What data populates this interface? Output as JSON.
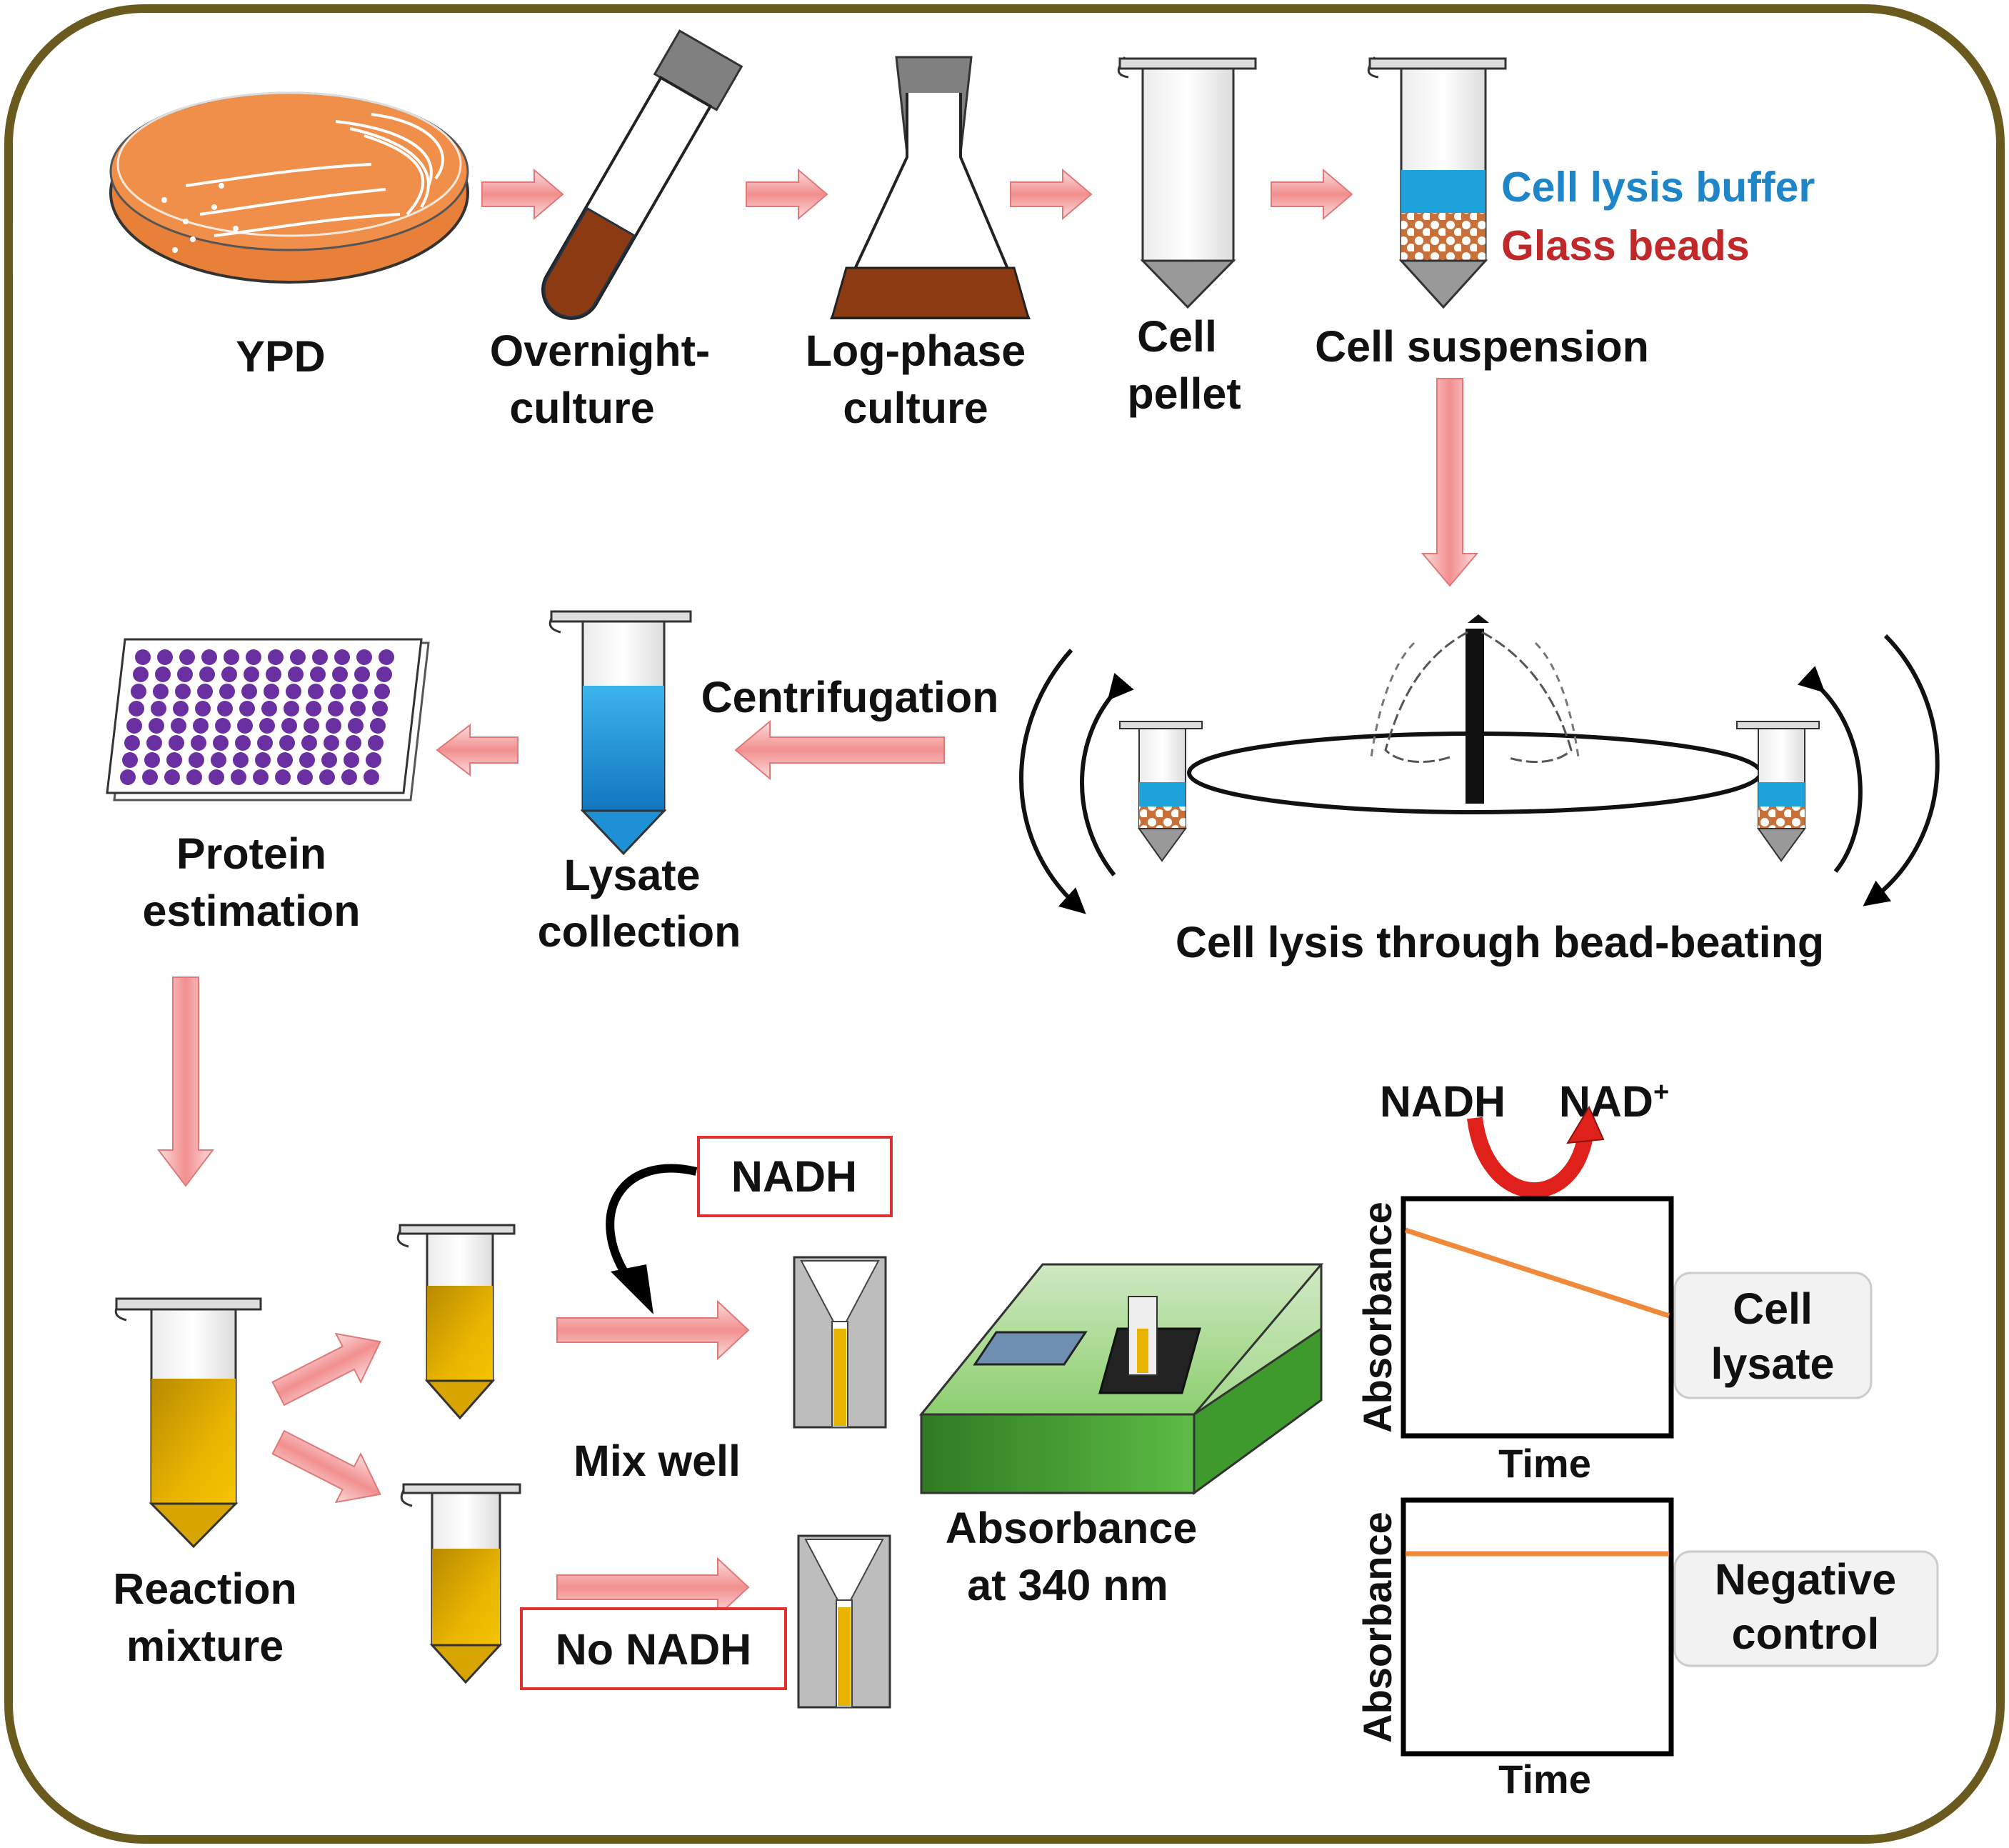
{
  "steps": {
    "ypd": "YPD",
    "overnight": [
      "Overnight-",
      "culture"
    ],
    "logphase": [
      "Log-phase",
      "culture"
    ],
    "pellet": [
      "Cell",
      "pellet"
    ],
    "suspension": "Cell suspension",
    "lysis_buffer": "Cell lysis buffer",
    "glass_beads": "Glass beads",
    "bead_beating": "Cell lysis through bead-beating",
    "centrifugation": "Centrifugation",
    "lysate": [
      "Lysate",
      "collection"
    ],
    "protein": [
      "Protein",
      "estimation"
    ],
    "reaction": [
      "Reaction",
      "mixture"
    ],
    "nadh_box": "NADH",
    "no_nadh_box": "No NADH",
    "mix_well": "Mix well",
    "absorbance": [
      "Absorbance",
      "at 340 nm"
    ]
  },
  "reaction_eq": {
    "from": "NADH",
    "to": "NAD",
    "to_sup": "+"
  },
  "plots": {
    "ylabel": "Absorbance",
    "xlabel": "Time",
    "top_tag": [
      "Cell",
      "lysate"
    ],
    "bottom_tag": [
      "Negative",
      "control"
    ]
  },
  "colors": {
    "frame": "#6b5a1e",
    "agar": "#e8803a",
    "culture": "#8b3a12",
    "buffer": "#1fa3dc",
    "beads": "#c8703a",
    "lysate": "#1e90d6",
    "wells": "#6a2fa0",
    "yellow": "#e8b400",
    "instrument": "#3f9a2e",
    "trace": "#f08a3a",
    "arrow": "#f0a6a6",
    "nad_arrow": "#e0201a",
    "buffer_text": "#1e86c8",
    "beads_text": "#c0282a",
    "box_border": "#e03030"
  }
}
